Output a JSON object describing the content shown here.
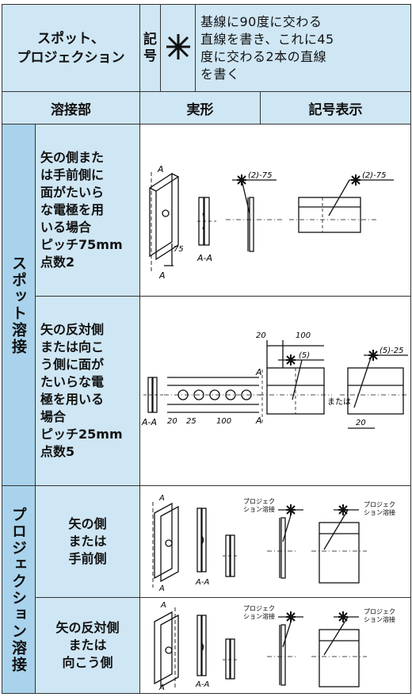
{
  "header": {
    "name_line1": "スポット、",
    "name_line2": "プロジェクション",
    "symbol_label_line1": "記",
    "symbol_label_line2": "号",
    "symbol_glyph": "✳",
    "description_lines": [
      "基線に90度に交わる",
      "直線を書き、これに45",
      "度に交わる2本の直線",
      "を書く"
    ]
  },
  "columns": {
    "weld_part": "溶接部",
    "actual": "実形",
    "symbol_display": "記号表示"
  },
  "groups": [
    {
      "label": "スポット溶接",
      "rows": [
        {
          "condition_lines": [
            "矢の側また",
            "は手前側に",
            "面がたいら",
            "な電極を用",
            "いる場合",
            "ピッチ75mm",
            "点数2"
          ],
          "fig_labels": {
            "section": "A",
            "section_view": "A-A",
            "dim_pitch": "75",
            "sym1": "(2)-75",
            "sym2": "(2)-75"
          }
        },
        {
          "condition_lines": [
            "矢の反対側",
            "または向こ",
            "う側に面が",
            "たいらな電",
            "極を用いる",
            "場合",
            "ピッチ25mm",
            "点数5"
          ],
          "fig_labels": {
            "section": "A",
            "section_view": "A-A",
            "d20a": "20",
            "d25": "25",
            "d100a": "100",
            "d20b": "20",
            "d100b": "100",
            "sym_a": "(5)",
            "sym_b": "(5)-25",
            "or": "または",
            "d20c": "20"
          }
        }
      ]
    },
    {
      "label": "プロジェクション溶接",
      "rows": [
        {
          "condition_lines": [
            "矢の側",
            "または",
            "手前側"
          ],
          "fig_labels": {
            "section": "A",
            "section_view": "A-A",
            "note1a": "プロジェク",
            "note1b": "ション溶接",
            "note2a": "プロジェク",
            "note2b": "ション溶接"
          }
        },
        {
          "condition_lines": [
            "矢の反対側",
            "または",
            "向こう側"
          ],
          "fig_labels": {
            "section": "A",
            "section_view": "A-A",
            "note1a": "プロジェク",
            "note1b": "ション溶接",
            "note2a": "プロジェク",
            "note2b": "ション溶接"
          }
        }
      ]
    }
  ],
  "colors": {
    "header_bg": "#cfe6f4",
    "group_bg": "#a9d3ec",
    "line": "#333333"
  }
}
